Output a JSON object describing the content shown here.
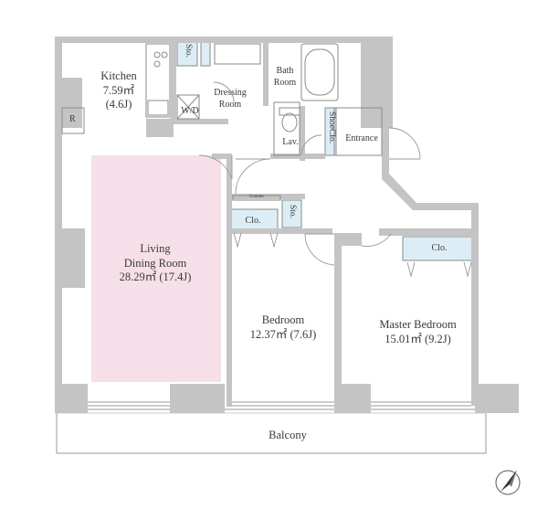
{
  "rooms": {
    "kitchen": {
      "name": "Kitchen",
      "area": "7.59㎡",
      "tatami": "(4.6J)"
    },
    "living": {
      "name1": "Living",
      "name2": "Dining Room",
      "area": "28.29㎡ (17.4J)"
    },
    "bedroom": {
      "name": "Bedroom",
      "area": "12.37㎡ (7.6J)"
    },
    "master": {
      "name": "Master Bedroom",
      "area": "15.01㎡ (9.2J)"
    },
    "dressing": {
      "name1": "Dressing",
      "name2": "Room"
    },
    "bath": {
      "name1": "Bath",
      "name2": "Room"
    },
    "wd": "W/D",
    "lav": "Lav.",
    "entrance": "Entrance",
    "shoe": "ShoeClo.",
    "sto_top": "Sto.",
    "sto_mid": "Sto.",
    "clo_bed": "Clo.",
    "clo_master": "Clo.",
    "counter": "Counter",
    "fridge": "R",
    "balcony": "Balcony"
  },
  "colors": {
    "wall": "#c4c4c4",
    "living_fill": "#f6dfe8",
    "storage_fill": "#dcedf5",
    "line": "#8a8a8a"
  },
  "compass": "north-arrow-icon"
}
